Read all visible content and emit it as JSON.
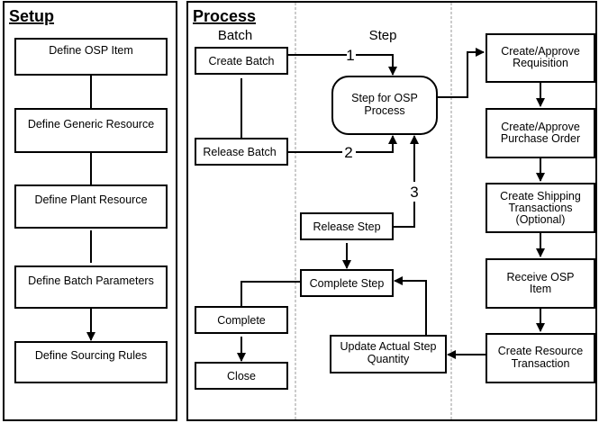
{
  "setup": {
    "title": "Setup",
    "steps": [
      {
        "label": "Define OSP Item"
      },
      {
        "label": "Define Generic Resource"
      },
      {
        "label": "Define Plant Resource"
      },
      {
        "label": "Define Batch Parameters"
      },
      {
        "label": "Define Sourcing Rules"
      }
    ]
  },
  "process": {
    "title": "Process",
    "lanes": {
      "batch": "Batch",
      "step": "Step"
    },
    "batch_nodes": {
      "create_batch": "Create Batch",
      "release_batch": "Release Batch",
      "complete": "Complete",
      "close": "Close"
    },
    "step_nodes": {
      "step_for_osp": [
        "Step for OSP",
        "Process"
      ],
      "release_step": "Release Step",
      "complete_step": "Complete Step",
      "update_qty": [
        "Update Actual Step",
        "Quantity"
      ]
    },
    "purchasing_nodes": {
      "requisition": [
        "Create/Approve",
        "Requisition"
      ],
      "purchase_order": [
        "Create/Approve",
        "Purchase Order"
      ],
      "shipping": [
        "Create Shipping",
        "Transactions",
        "(Optional)"
      ],
      "receive": [
        "Receive OSP",
        "Item"
      ],
      "resource_txn": [
        "Create Resource",
        "Transaction"
      ]
    },
    "connector_labels": {
      "one": "1",
      "two": "2",
      "three": "3"
    }
  }
}
